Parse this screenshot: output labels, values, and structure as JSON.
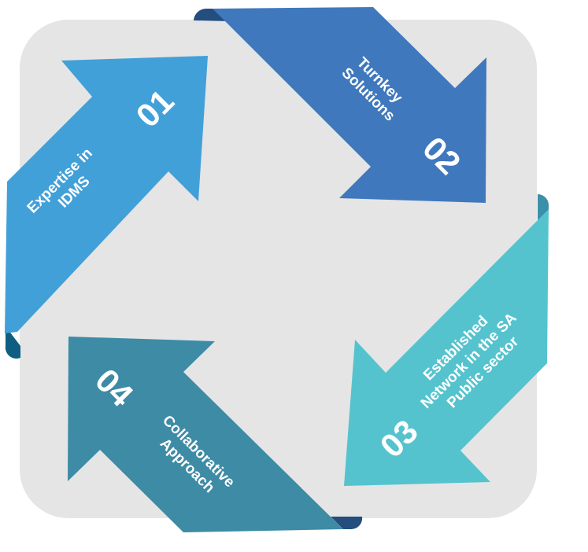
{
  "steps": [
    {
      "number": "01",
      "lines": [
        "Expertise in",
        "IDMS"
      ],
      "color": "#42A0D8",
      "fold_color": "#0F5E82"
    },
    {
      "number": "02",
      "lines": [
        "Turnkey",
        "Solutions"
      ],
      "color": "#3F78BD",
      "fold_color": "#234E7E"
    },
    {
      "number": "03",
      "lines": [
        "Established",
        "Network in the SA",
        "Public sector"
      ],
      "color": "#55C3CE",
      "fold_color": "#3C8FA8"
    },
    {
      "number": "04",
      "lines": [
        "Collaborative",
        "Approach"
      ],
      "color": "#3D8BA5",
      "fold_color": "#234E7E"
    }
  ],
  "background_color": "#E5E5E5"
}
